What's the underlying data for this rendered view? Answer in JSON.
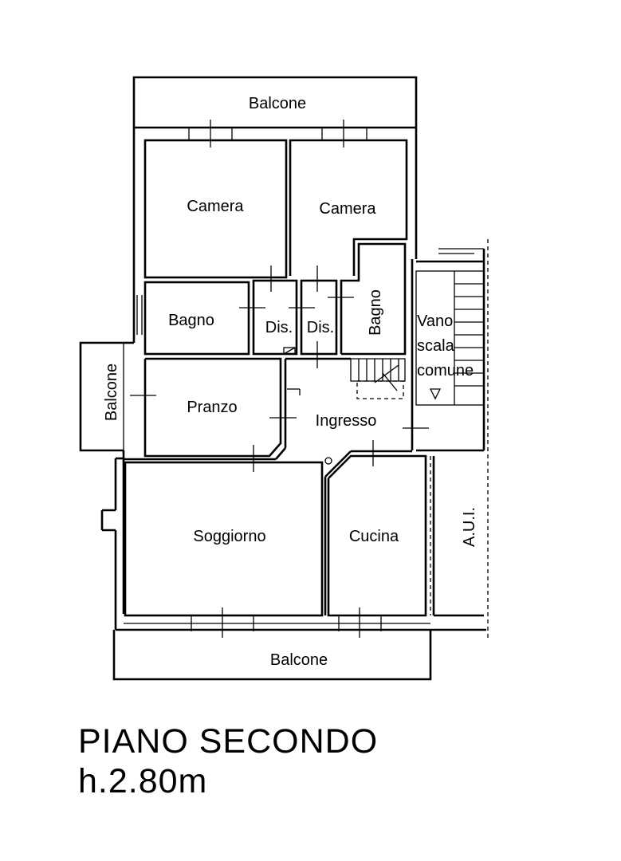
{
  "rooms": {
    "balcone_top": "Balcone",
    "camera_left": "Camera",
    "camera_right": "Camera",
    "bagno_left": "Bagno",
    "dis_1": "Dis.",
    "dis_2": "Dis.",
    "bagno_right": "Bagno",
    "vano_scala_1": "Vano",
    "vano_scala_2": "scala",
    "vano_scala_3": "comune",
    "balcone_left": "Balcone",
    "pranzo": "Pranzo",
    "ingresso": "Ingresso",
    "soggiorno": "Soggiorno",
    "cucina": "Cucina",
    "aui": "A.U.I.",
    "balcone_bottom": "Balcone"
  },
  "title": {
    "floor": "PIANO SECONDO",
    "height": "h.2.80m"
  }
}
